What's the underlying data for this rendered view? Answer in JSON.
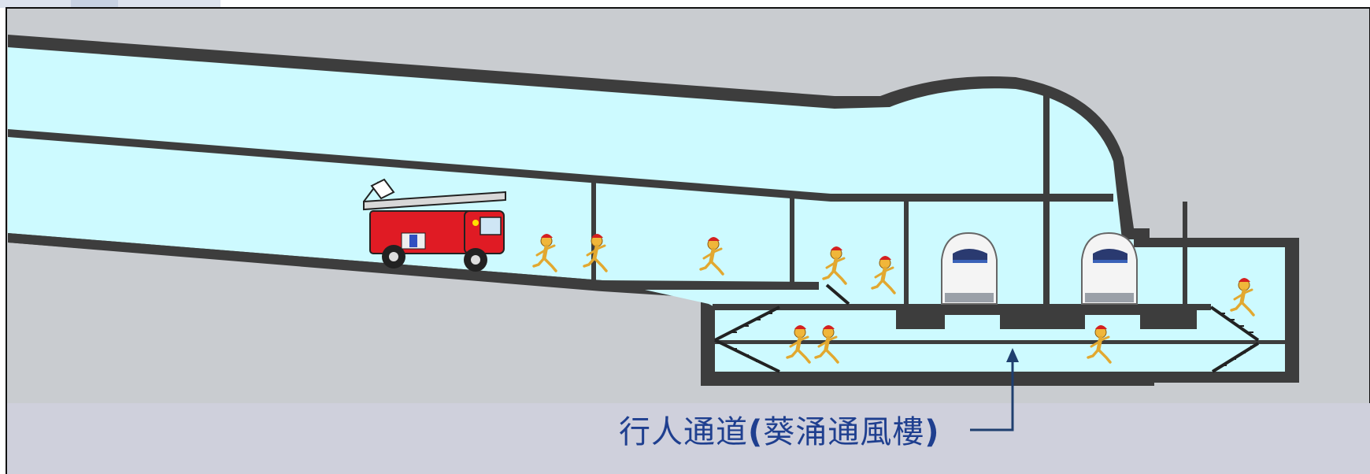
{
  "caption": {
    "prefix": "行人通道",
    "paren_open": "(",
    "label": "葵涌通風樓",
    "paren_close": ")"
  },
  "colors": {
    "tunnel_fill": "#cdfaff",
    "wall": "#3d3d3d",
    "ground": "#c9ccd0",
    "banner": "#cfd0dc",
    "caption_text": "#1f3f8f",
    "arrow": "#1f3f6f"
  },
  "figures": {
    "fire_engine": "fire-engine",
    "train": "high-speed-train",
    "person": "running-firefighter"
  }
}
